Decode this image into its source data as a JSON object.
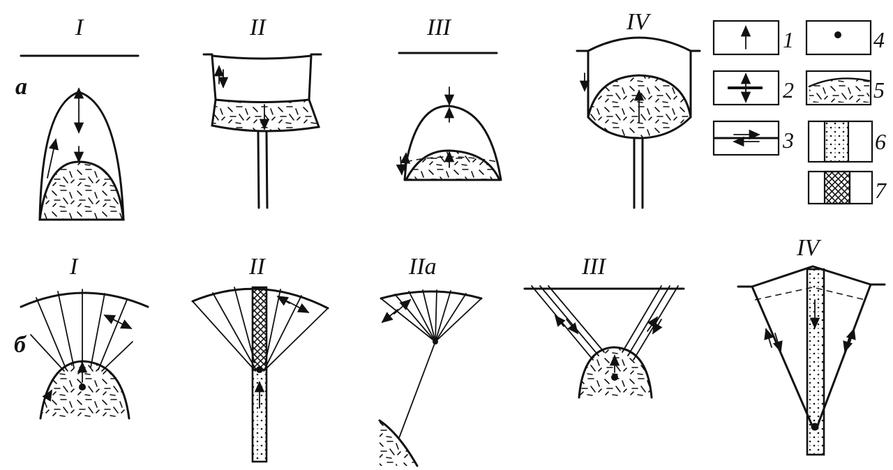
{
  "row_labels": {
    "a": "а",
    "b": "б"
  },
  "row_a_titles": [
    "I",
    "II",
    "III",
    "IV"
  ],
  "row_b_titles": [
    "I",
    "II",
    "IIa",
    "III",
    "IV"
  ],
  "legend": {
    "items": [
      {
        "num": "1",
        "symbol": "arrow-up"
      },
      {
        "num": "2",
        "symbol": "double-arrow-with-bar"
      },
      {
        "num": "3",
        "symbol": "shear-arrows"
      },
      {
        "num": "4",
        "symbol": "dot"
      },
      {
        "num": "5",
        "symbol": "dome-hatch"
      },
      {
        "num": "6",
        "symbol": "dotted-band"
      },
      {
        "num": "7",
        "symbol": "crosshatched-band"
      }
    ]
  },
  "colors": {
    "ink": "#111111",
    "paper": "#ffffff"
  }
}
